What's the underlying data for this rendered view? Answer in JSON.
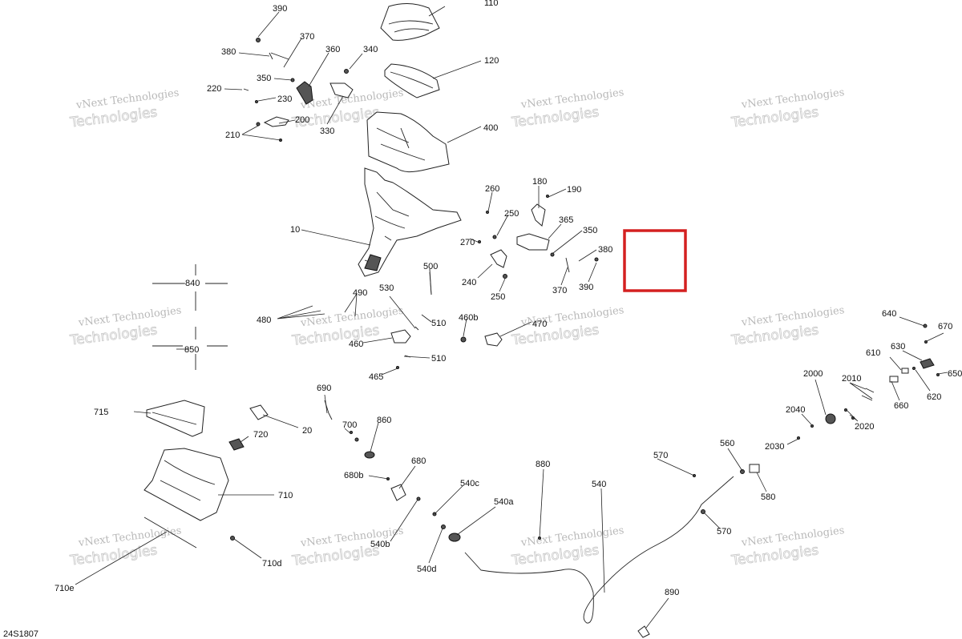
{
  "diagram_code": "24S1807",
  "watermark": {
    "line1": "vNext Technologies",
    "line2": "Technologies"
  },
  "highlight_color": "#d42020",
  "callouts": [
    "390",
    "110",
    "370",
    "380",
    "360",
    "340",
    "120",
    "350",
    "220",
    "230",
    "200",
    "210",
    "330",
    "400",
    "10",
    "180",
    "260",
    "190",
    "250",
    "365",
    "350",
    "380",
    "270",
    "240",
    "250",
    "370",
    "390",
    "840",
    "500",
    "490",
    "530",
    "480",
    "510",
    "460b",
    "470",
    "460",
    "850",
    "510",
    "465",
    "640",
    "670",
    "630",
    "610",
    "650",
    "2000",
    "2010",
    "620",
    "660",
    "2040",
    "2020",
    "2030",
    "690",
    "715",
    "20",
    "720",
    "700",
    "860",
    "680",
    "680b",
    "710",
    "540c",
    "540a",
    "880",
    "540",
    "570",
    "560",
    "580",
    "570",
    "540b",
    "710d",
    "540d",
    "710e",
    "890"
  ]
}
